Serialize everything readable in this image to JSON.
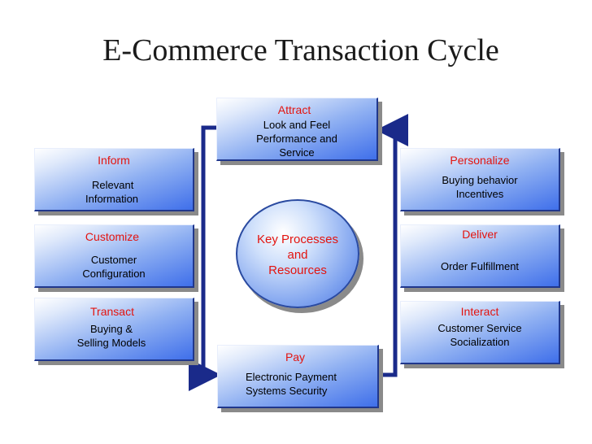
{
  "title": "E-Commerce Transaction Cycle",
  "center": {
    "line1": "Key Processes",
    "line2": "and",
    "line3": "Resources"
  },
  "boxes": {
    "attract": {
      "heading": "Attract",
      "lines": [
        "Look and Feel",
        "Performance and",
        "Service"
      ]
    },
    "pay": {
      "heading": "Pay",
      "lines": [
        "Electronic Payment",
        "Systems Security"
      ]
    },
    "inform": {
      "heading": "Inform",
      "lines": [
        "Relevant",
        "Information"
      ]
    },
    "customize": {
      "heading": "Customize",
      "lines": [
        "Customer",
        "Configuration"
      ]
    },
    "transact": {
      "heading": "Transact",
      "lines": [
        "Buying &",
        "Selling Models"
      ]
    },
    "personalize": {
      "heading": "Personalize",
      "lines": [
        "Buying behavior",
        "Incentives"
      ]
    },
    "deliver": {
      "heading": "Deliver",
      "lines": [
        "Order Fulfillment"
      ]
    },
    "interact": {
      "heading": "Interact",
      "lines": [
        "Customer Service",
        "Socialization"
      ]
    }
  },
  "colors": {
    "heading": "#e3140f",
    "arrow": "#1a2a8a",
    "box_dark": "#3f6fea"
  }
}
